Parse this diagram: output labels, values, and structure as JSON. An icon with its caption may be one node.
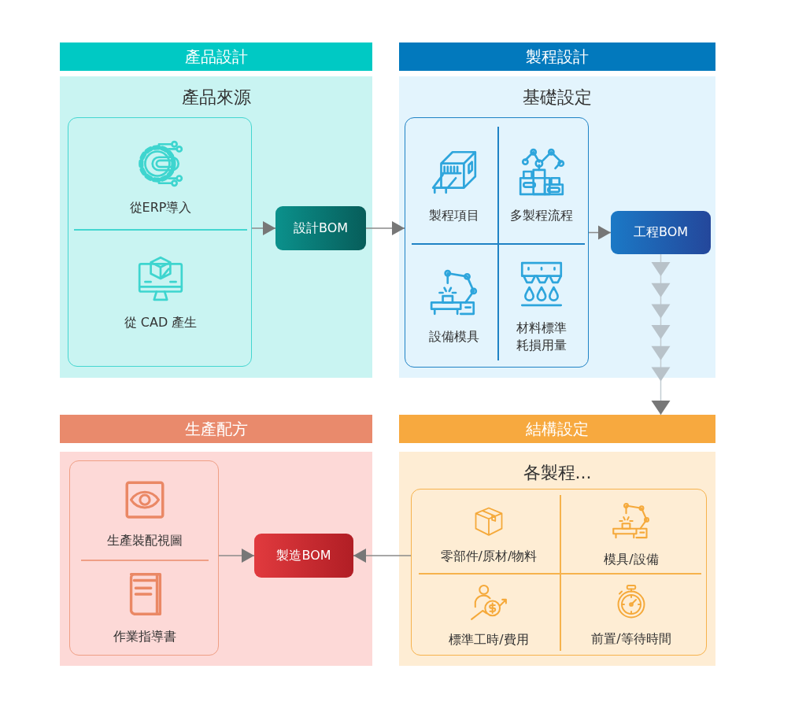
{
  "diagram": {
    "nodes": [
      {
        "text": [
          "產品設計"
        ]
      },
      {
        "text": [
          "產品來源"
        ]
      },
      {
        "text": [],
        "shape": "box",
        "in": 1
      },
      {
        "text": [
          "從ERP導入"
        ],
        "in": 2
      },
      {
        "text": [
          "從 CAD 產生"
        ],
        "in": 2
      },
      {
        "text": [
          "設計BOM"
        ],
        "in": 1
      },
      {
        "text": [
          "製程設計"
        ]
      },
      {
        "text": [
          "基礎設定"
        ]
      },
      {
        "text": [],
        "shape": "box",
        "in": 7
      },
      {
        "text": [
          "製程項目"
        ],
        "in": 8
      },
      {
        "text": [
          "多製程流程"
        ],
        "in": 8
      },
      {
        "text": [
          "設備模具"
        ],
        "in": 8
      },
      {
        "text": [
          "材料標準耗損用量"
        ],
        "in": 8
      },
      {
        "text": [
          "工程BOM"
        ],
        "in": 7
      },
      {
        "text": [
          "結構設定"
        ]
      },
      {
        "text": [
          "各製程..."
        ]
      },
      {
        "text": [],
        "shape": "box",
        "in": 15
      },
      {
        "text": [
          "零部件/原材/物料"
        ],
        "in": 16
      },
      {
        "text": [
          "模具/設備"
        ],
        "in": 16
      },
      {
        "text": [
          "標準工時/費用"
        ],
        "in": 16
      },
      {
        "text": [
          "前置/等待時間"
        ],
        "in": 16
      },
      {
        "text": [
          "生產配方"
        ]
      },
      {
        "text": [],
        "shape": "box"
      },
      {
        "text": [],
        "shape": "box",
        "in": 22
      },
      {
        "text": [
          "生產裝配視圖"
        ],
        "in": 23
      },
      {
        "text": [
          "作業指導書"
        ],
        "in": 23
      },
      {
        "text": [
          "製造BOM"
        ],
        "in": 22
      }
    ],
    "edges": [
      {
        "from": 2,
        "to": 5,
        "arrow": "to"
      },
      {
        "from": 5,
        "to": 8,
        "arrow": "to"
      },
      {
        "from": 8,
        "to": 13,
        "arrow": "to"
      },
      {
        "from": 13,
        "to": 14,
        "arrow": "to"
      },
      {
        "from": 16,
        "to": 26,
        "arrow": "to"
      },
      {
        "from": 23,
        "to": 26,
        "arrow": "to"
      }
    ]
  }
}
